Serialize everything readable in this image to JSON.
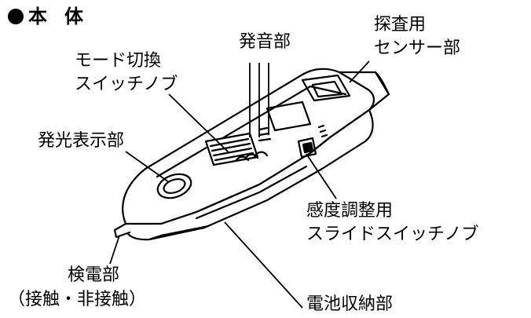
{
  "heading": {
    "char1": "本",
    "char2": "体"
  },
  "labels": {
    "sounder": "発音部",
    "sensor_line1": "探査用",
    "sensor_line2": "センサー部",
    "mode_switch_line1": "モード切換",
    "mode_switch_line2": "スイッチノブ",
    "led": "発光表示部",
    "sensitivity_line1": "感度調整用",
    "sensitivity_line2": "スライドスイッチノブ",
    "electrode_line1": "検電部",
    "electrode_line2": "（接触・非接触）",
    "battery": "電池収納部"
  }
}
